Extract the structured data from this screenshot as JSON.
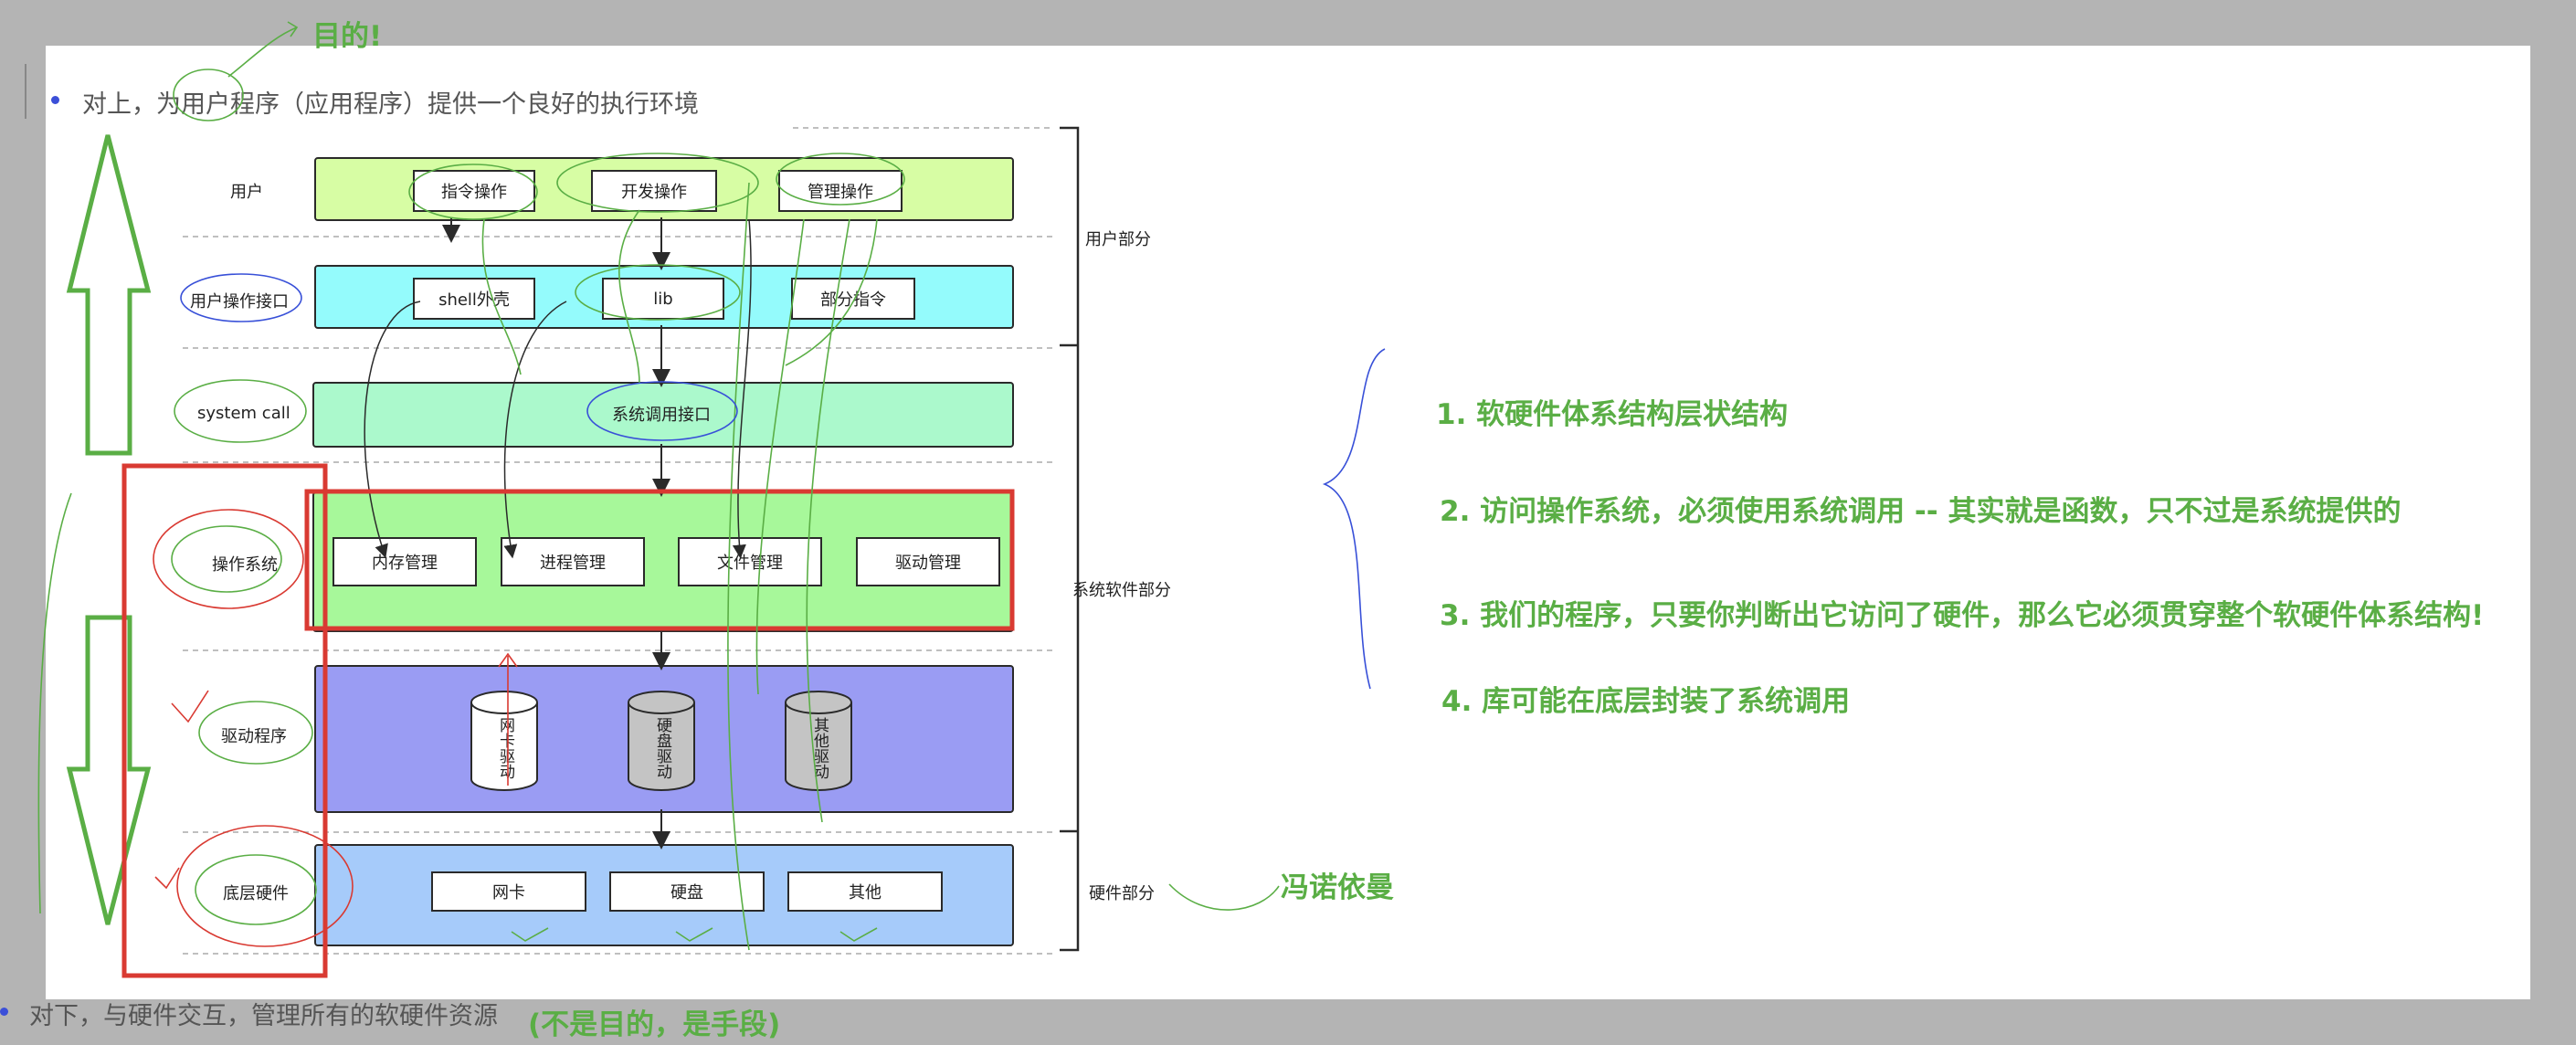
{
  "top_note": "目的!",
  "bullet_top": "对上，为用户程序（应用程序）提供一个良好的执行环境",
  "bullet_bottom": "对下，与硬件交互，管理所有的软硬件资源",
  "bottom_note": "(不是目的，是手段)",
  "von_neumann": "冯诺依曼",
  "layers": {
    "user": {
      "label": "用户",
      "boxes": [
        "指令操作",
        "开发操作",
        "管理操作"
      ]
    },
    "ui": {
      "label": "用户操作接口",
      "boxes": [
        "shell外壳",
        "lib",
        "部分指令"
      ]
    },
    "syscall": {
      "label": "system call",
      "boxes": [
        "系统调用接口"
      ]
    },
    "os": {
      "label": "操作系统",
      "boxes": [
        "内存管理",
        "进程管理",
        "文件管理",
        "驱动管理"
      ]
    },
    "driver": {
      "label": "驱动程序",
      "drivers": [
        "网卡驱动",
        "硬盘驱动",
        "其他驱动"
      ]
    },
    "hardware": {
      "label": "底层硬件",
      "boxes": [
        "网卡",
        "硬盘",
        "其他"
      ]
    }
  },
  "side_groups": {
    "user_part": "用户部分",
    "system_part": "系统软件部分",
    "hardware_part": "硬件部分"
  },
  "notes": [
    "1. 软硬件体系结构层状结构",
    "2. 访问操作系统，必须使用系统调用 -- 其实就是函数，只不过是系统提供的",
    "3.   我们的程序，只要你判断出它访问了硬件，那么它必须贯穿整个软硬件体系结构!",
    "4.    库可能在底层封装了系统调用"
  ],
  "colors": {
    "user_layer": "#d7fda4",
    "ui_layer": "#94fbfc",
    "syscall_layer": "#abf9cc",
    "os_layer": "#a7f89a",
    "driver_layer": "#9a9cf3",
    "hardware_layer": "#a6cbfa",
    "highlight_red": "#d93a32",
    "annotation_green": "#5aae45"
  }
}
